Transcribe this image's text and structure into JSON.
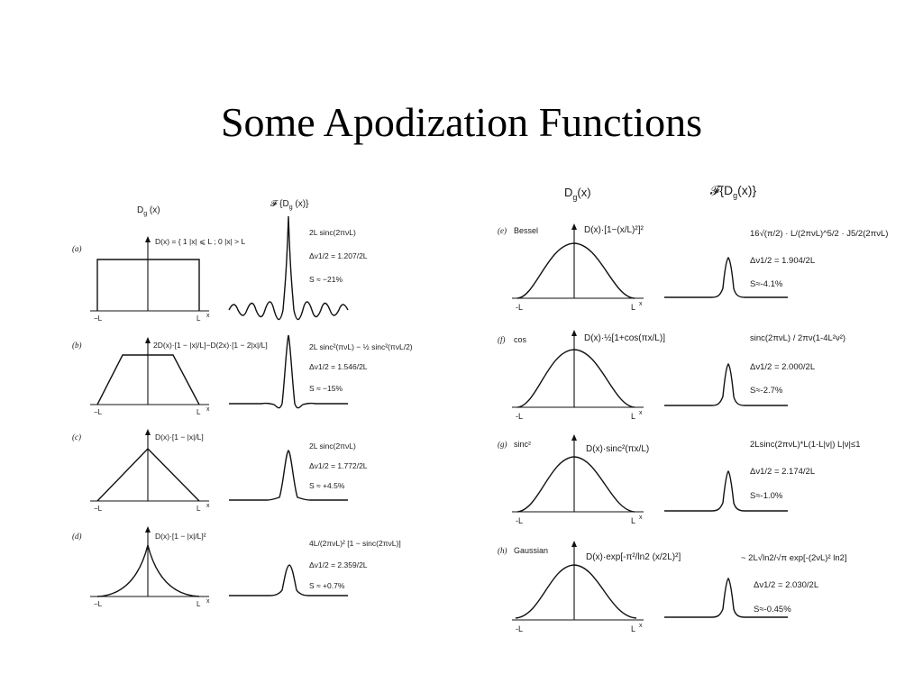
{
  "title": "Some Apodization Functions",
  "headers": {
    "left_dg": "D",
    "left_dg_sub": "g",
    "left_dg_arg": " (x)",
    "left_ft": "𝓕 {D",
    "left_ft_sub": "g",
    "left_ft_arg": " (x)}",
    "right_dg": "D",
    "right_dg_sub": "g",
    "right_dg_arg": "(x)",
    "right_ft": "𝓕{D",
    "right_ft_sub": "g",
    "right_ft_arg": "(x)}"
  },
  "axis_labels": {
    "left_minus": "−L",
    "left_plus": "L",
    "right_minus": "-L",
    "right_plus": "L",
    "x": "x"
  },
  "panels": [
    {
      "id": "a",
      "tag": "(a)",
      "name": "",
      "func": "D(x) = { 1  |x| ⩽ L ; 0  |x| > L",
      "ft": "2L sinc(2πνL)",
      "width": "Δν1/2 = 1.207/2L",
      "sidelobe": "S ≈ −21%"
    },
    {
      "id": "b",
      "tag": "(b)",
      "name": "",
      "func": "2D(x)·[1 − |x|/L]−D(2x)·[1 − 2|x|/L]",
      "ft": "2L sinc²(πνL) − ½ sinc²(πνL/2)",
      "width": "Δν1/2 = 1.546/2L",
      "sidelobe": "S ≈ −15%"
    },
    {
      "id": "c",
      "tag": "(c)",
      "name": "",
      "func": "D(x)·[1 − |x|/L]",
      "ft": "2L sinc(2πνL)",
      "width": "Δν1/2 = 1.772/2L",
      "sidelobe": "S ≈ +4.5%"
    },
    {
      "id": "d",
      "tag": "(d)",
      "name": "",
      "func": "D(x)·[1 − |x|/L]²",
      "ft": "4L/(2πνL)² [1 − sinc(2πνL)]",
      "width": "Δν1/2 = 2.359/2L",
      "sidelobe": "S ≈ +0.7%"
    },
    {
      "id": "e",
      "tag": "(e)",
      "name": "Bessel",
      "func": "D(x)·[1−(x/L)²]²",
      "ft": "16√(π/2) · L/(2πνL)^5/2 · J5/2(2πνL)",
      "width": "Δν1/2 = 1.904/2L",
      "sidelobe": "S≈-4.1%"
    },
    {
      "id": "f",
      "tag": "(f)",
      "name": "cos",
      "func": "D(x)·½[1+cos(πx/L)]",
      "ft": "sinc(2πνL) / 2πν(1-4L²ν²)",
      "width": "Δν1/2 = 2.000/2L",
      "sidelobe": "S≈-2.7%"
    },
    {
      "id": "g",
      "tag": "(g)",
      "name": "sinc²",
      "func": "D(x)·sinc²(πx/L)",
      "ft": "2Lsinc(2πνL)*L(1-L|ν|)  L|ν|≤1",
      "width": "Δν1/2 = 2.174/2L",
      "sidelobe": "S≈-1.0%"
    },
    {
      "id": "h",
      "tag": "(h)",
      "name": "Gaussian",
      "func": "D(x)·exp[-π²/ln2 (x/2L)²]",
      "ft": "~ 2L√ln2/√π exp[-(2νL)² ln2]",
      "width": "Δν1/2 = 2.030/2L",
      "sidelobe": "S≈-0.45%"
    }
  ]
}
